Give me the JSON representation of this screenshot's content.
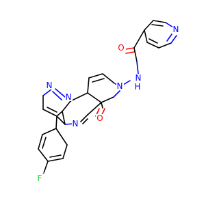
{
  "structure": {
    "atoms": [
      {
        "id": "n_pyridine",
        "symbol": "N",
        "color": "#0000ff"
      },
      {
        "id": "o_amide",
        "symbol": "O",
        "color": "#ff0000"
      },
      {
        "id": "n_amide",
        "symbol": "N",
        "color": "#0000ff"
      },
      {
        "id": "h_amide",
        "symbol": "H",
        "color": "#0000ff"
      },
      {
        "id": "n_ring7",
        "symbol": "N",
        "color": "#0000ff"
      },
      {
        "id": "n_pyrazole2",
        "symbol": "N",
        "color": "#0000ff"
      },
      {
        "id": "n_pyrazole1",
        "symbol": "N",
        "color": "#0000ff"
      },
      {
        "id": "o_lactam",
        "symbol": "O",
        "color": "#ff0000"
      },
      {
        "id": "n_pyrimidine",
        "symbol": "N",
        "color": "#0000ff"
      },
      {
        "id": "f_aryl",
        "symbol": "F",
        "color": "#33cc33"
      }
    ]
  }
}
